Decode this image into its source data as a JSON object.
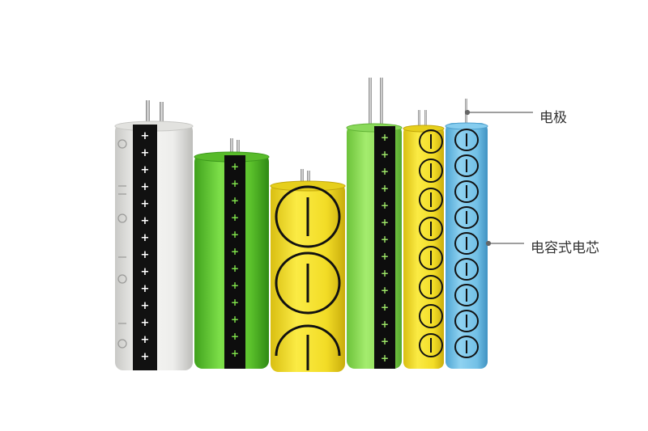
{
  "callouts": {
    "electrode": "电极",
    "cell_core": "电容式电芯"
  },
  "colors": {
    "background": "#ffffff",
    "white_cap": "#f1f1ef",
    "green_cap": "#6fd136",
    "yellow_cap": "#f6e22a",
    "blue_cap": "#74c3e8",
    "stripe": "#111111",
    "line": "#666666"
  },
  "capacitors": [
    {
      "body": "white",
      "stripe": "plus-marks"
    },
    {
      "body": "green",
      "stripe": "plus-marks"
    },
    {
      "body": "yellow",
      "stripe": "none"
    },
    {
      "body": "light-green",
      "stripe": "plus-marks"
    },
    {
      "body": "yellow",
      "stripe": "none"
    },
    {
      "body": "blue",
      "stripe": "none"
    }
  ]
}
